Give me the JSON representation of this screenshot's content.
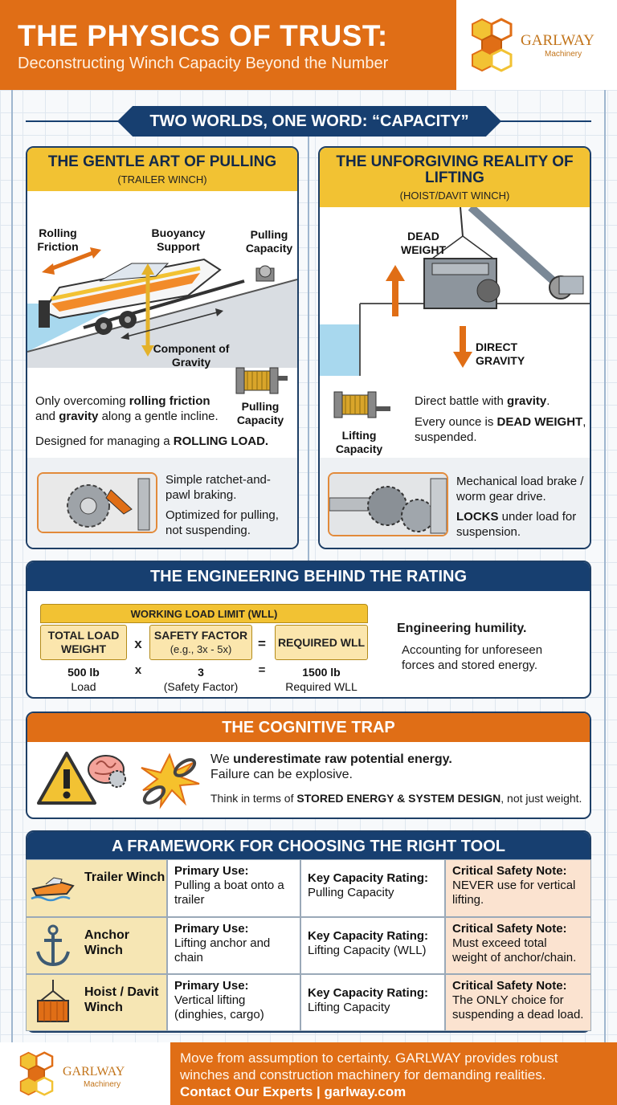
{
  "header": {
    "title": "THE PHYSICS OF TRUST:",
    "subtitle": "Deconstructing Winch Capacity Beyond the Number",
    "brand_name": "GARLWAY",
    "brand_sub": "Machinery"
  },
  "section1": {
    "ribbon": "TWO WORLDS, ONE WORD: “CAPACITY”"
  },
  "pulling_card": {
    "title": "THE GENTLE ART OF PULLING",
    "subtitle": "(TRAILER WINCH)",
    "labels": {
      "rolling_friction": "Rolling Friction",
      "buoyancy": "Buoyancy Support",
      "pulling_capacity_top": "Pulling Capacity",
      "gravity": "Component of Gravity",
      "pulling_capacity_winch": "Pulling Capacity"
    },
    "desc_1_pre": "Only overcoming ",
    "desc_1_b1": "rolling friction",
    "desc_1_mid": " and ",
    "desc_1_b2": "gravity",
    "desc_1_post": " along a gentle incline.",
    "desc_2_pre": "Designed for managing a ",
    "desc_2_b": "ROLLING LOAD.",
    "brake_1": "Simple ratchet-and-pawl braking.",
    "brake_2": "Optimized for pulling, not suspending."
  },
  "lifting_card": {
    "title": "THE UNFORGIVING REALITY OF LIFTING",
    "subtitle": "(HOIST/DAVIT WINCH)",
    "labels": {
      "dead_weight": "DEAD WEIGHT",
      "direct_gravity": "DIRECT GRAVITY",
      "lifting_capacity": "Lifting Capacity"
    },
    "desc_1_pre": "Direct battle with ",
    "desc_1_b": "gravity",
    "desc_1_post": ".",
    "desc_2_pre": "Every ounce is ",
    "desc_2_b": "DEAD WEIGHT",
    "desc_2_post": ", suspended.",
    "brake_1": "Mechanical load brake / worm gear drive.",
    "brake_2_b": "LOCKS",
    "brake_2_post": " under load for suspension."
  },
  "engineering": {
    "title": "THE ENGINEERING BEHIND THE RATING",
    "wll_label": "WORKING LOAD LIMIT (WLL)",
    "box1": "TOTAL LOAD WEIGHT",
    "box2": "SAFETY FACTOR",
    "box2_sub": "(e.g., 3x - 5x)",
    "box3": "REQUIRED WLL",
    "op_times": "x",
    "op_equals": "=",
    "ex_load_value": "500 lb",
    "ex_load_label": "Load",
    "ex_sf_value": "3",
    "ex_sf_label": "(Safety Factor)",
    "ex_wll_value": "1500 lb",
    "ex_wll_label": "Required WLL",
    "side_title": "Engineering humility.",
    "side_text": "Accounting for unforeseen forces and stored energy."
  },
  "cognitive": {
    "title": "THE COGNITIVE TRAP",
    "line1_pre": "We ",
    "line1_b": "underestimate raw potential energy.",
    "line2": "Failure can be explosive.",
    "line3_pre": "Think in terms of ",
    "line3_b": "STORED ENERGY & SYSTEM DESIGN",
    "line3_post": ", not just weight."
  },
  "framework": {
    "title": "A FRAMEWORK FOR CHOOSING THE RIGHT TOOL",
    "rows": [
      {
        "tool": "Trailer Winch",
        "use_label": "Primary Use:",
        "use": "Pulling a boat onto a trailer",
        "key_label": "Key Capacity Rating:",
        "key": "Pulling Capacity",
        "note_label": "Critical Safety Note:",
        "note": "NEVER use for vertical lifting."
      },
      {
        "tool": "Anchor Winch",
        "use_label": "Primary Use:",
        "use": "Lifting anchor and chain",
        "key_label": "Key Capacity Rating:",
        "key": "Lifting Capacity (WLL)",
        "note_label": "Critical Safety Note:",
        "note": "Must exceed total weight of anchor/chain."
      },
      {
        "tool": "Hoist / Davit Winch",
        "use_label": "Primary Use:",
        "use": "Vertical lifting (dinghies, cargo)",
        "key_label": "Key Capacity Rating:",
        "key": "Lifting Capacity",
        "note_label": "Critical Safety Note:",
        "note": "The ONLY choice for suspending a dead load."
      }
    ]
  },
  "footer": {
    "line1": "Move from assumption to certainty. GARLWAY provides robust",
    "line2": "winches and construction machinery for demanding realities.",
    "line3": "Contact Our Experts | garlway.com",
    "brand_name": "GARLWAY",
    "brand_sub": "Machinery"
  },
  "colors": {
    "orange": "#e06e16",
    "navy": "#173f70",
    "yellow": "#f2c233"
  }
}
